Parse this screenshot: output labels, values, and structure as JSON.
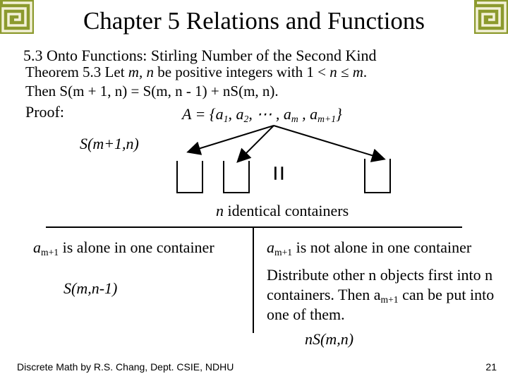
{
  "slide": {
    "title": "Chapter 5 Relations and Functions",
    "subtitle": "5.3 Onto Functions: Stirling Number of the Second Kind",
    "theorem_line1_prefix": "Theorem 5.3 Let ",
    "theorem_line1_vars": "m, n",
    "theorem_line1_mid": " be positive integers with 1 < ",
    "theorem_line1_n": "n",
    "theorem_line1_le": " ≤ ",
    "theorem_line1_m": "m",
    "theorem_line1_end": ".",
    "theorem_line2": "Then S(m + 1, n) = S(m, n - 1) + nS(m, n).",
    "proof_label": "Proof:",
    "set_lhs": "A = {a",
    "set_sub1": "1",
    "set_mid1": ", a",
    "set_sub2": "2",
    "set_mid2": ", ",
    "set_dots": "⋯",
    "set_mid3": " , a",
    "set_subm": "m",
    "set_mid4": " , a",
    "set_subm1": "m+1",
    "set_end": "}",
    "sm1n_label": "S(m+1,n)",
    "containers_label": "n identical containers",
    "left_head_a": "a",
    "left_head_sub": "m+1",
    "left_head_rest": " is alone in one container",
    "right_head_a": "a",
    "right_head_sub": "m+1",
    "right_head_rest": " is not alone in one container",
    "left_value": "S(m,n-1)",
    "right_text_1": "Distribute other n objects first into n containers. Then a",
    "right_text_sub": "m+1",
    "right_text_2": " can be put into one of them.",
    "right_value": "nS(m,n)",
    "equals_sign": "=",
    "footer": "Discrete Math by R.S. Chang, Dept. CSIE, NDHU",
    "page_number": "21"
  },
  "colors": {
    "corner_fill": "#8c9a2e",
    "corner_dark": "#5a6618"
  }
}
